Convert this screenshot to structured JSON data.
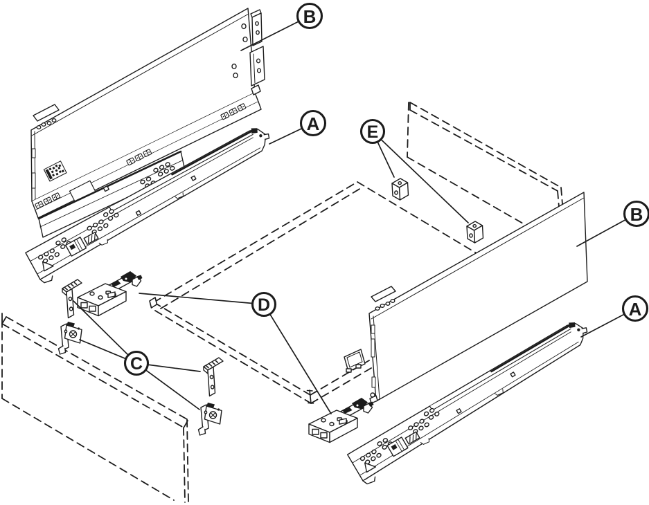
{
  "figure": {
    "background_color": "#ffffff",
    "line_color": "#1c1c1c",
    "description": "Exploded isometric line diagram of a drawer-box assembly: two drawer runners, two drawer side panels, fixing brackets, locking devices; dashed outlines indicate front panel, rear panel and drawer base.",
    "callouts": [
      {
        "letter": "B",
        "ref": "left-drawer-side-panel"
      },
      {
        "letter": "A",
        "ref": "left-drawer-runner"
      },
      {
        "letter": "E",
        "ref": "rear-fixing-brackets"
      },
      {
        "letter": "B",
        "ref": "right-drawer-side-panel"
      },
      {
        "letter": "D",
        "ref": "locking-devices"
      },
      {
        "letter": "C",
        "ref": "front-fixing-brackets"
      },
      {
        "letter": "A",
        "ref": "right-drawer-runner"
      }
    ],
    "legend_parts": {
      "A": "drawer-runner",
      "B": "drawer-side-panel",
      "C": "front-fixing-bracket",
      "D": "locking-device",
      "E": "rear-fixing-bracket"
    }
  }
}
